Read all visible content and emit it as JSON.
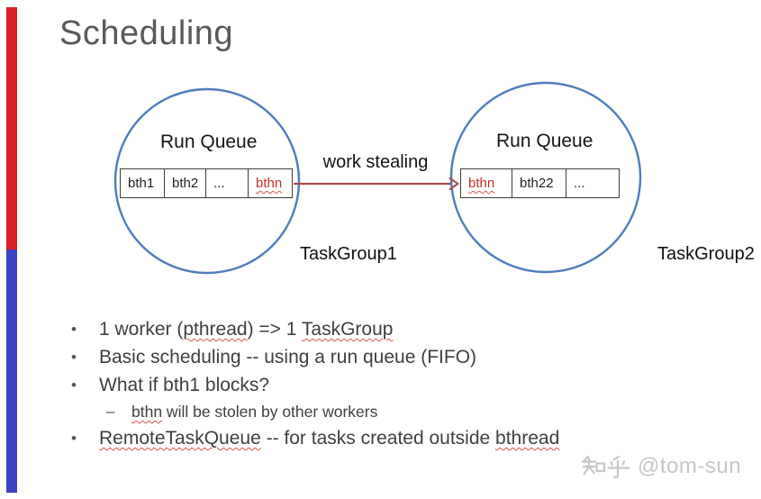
{
  "slide": {
    "title": "Scheduling"
  },
  "diagram": {
    "left_group": {
      "queue_title": "Run Queue",
      "cells": [
        "bth1",
        "bth2",
        "...",
        "bthn"
      ],
      "label": "TaskGroup1"
    },
    "right_group": {
      "queue_title": "Run Queue",
      "cells": [
        "bthn",
        "bth22",
        "..."
      ],
      "label": "TaskGroup2"
    },
    "arrow_label": "work stealing"
  },
  "bullets": [
    {
      "level": 1,
      "segments": [
        {
          "t": "1 worker ("
        },
        {
          "t": "pthread",
          "u": true
        },
        {
          "t": ") => 1 "
        },
        {
          "t": "TaskGroup",
          "u": true
        }
      ]
    },
    {
      "level": 1,
      "segments": [
        {
          "t": "Basic scheduling -- using a run queue (FIFO)"
        }
      ]
    },
    {
      "level": 1,
      "segments": [
        {
          "t": "What if bth1 blocks?"
        }
      ]
    },
    {
      "level": 2,
      "segments": [
        {
          "t": "bthn",
          "u": true
        },
        {
          "t": " will be stolen by other workers"
        }
      ]
    },
    {
      "level": 1,
      "segments": [
        {
          "t": "RemoteTaskQueue",
          "u": true
        },
        {
          "t": " -- for tasks created outside "
        },
        {
          "t": "bthread",
          "u": true
        }
      ]
    }
  ],
  "bullet_markers": {
    "level1": "•",
    "level2": "–"
  },
  "watermark": {
    "logo_text": "知乎",
    "handle": "@tom-sun"
  },
  "colors": {
    "accent_bar_red": "#da1f26",
    "accent_bar_blue": "#3b43c4",
    "title_gray": "#595959",
    "circle_stroke": "#4f7dbd",
    "arrow_red": "#a84b49",
    "highlight_red_text": "#c0312b",
    "squiggle_red": "#d0554a",
    "watermark_gray": "#c7c7c7"
  }
}
